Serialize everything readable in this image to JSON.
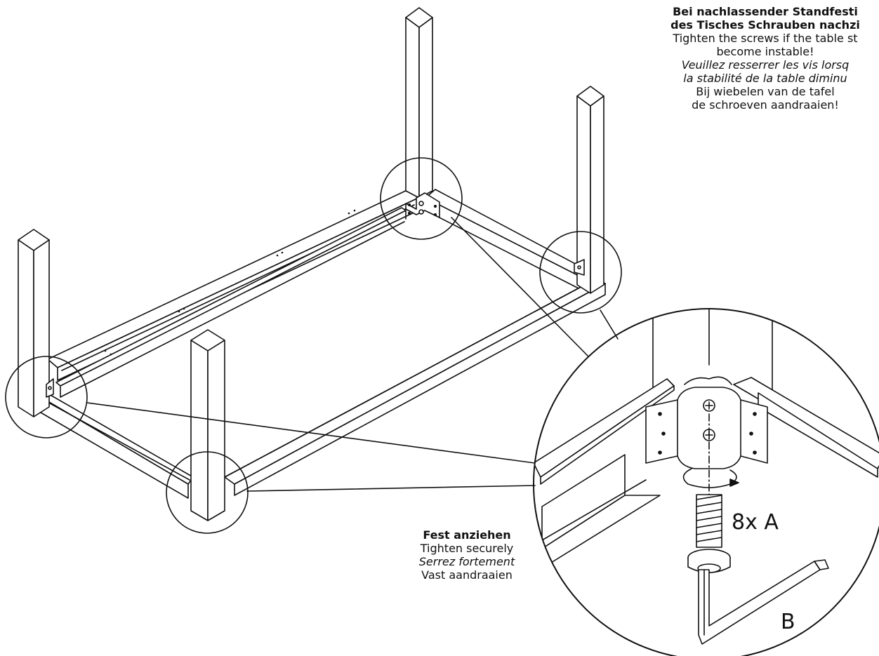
{
  "notes": {
    "stability": {
      "de": "Bei nachlassender Standfestigkeit des Tisches Schrauben nachziehen!",
      "de_line1": "Bei nachlassender Standfesti",
      "de_line2": "des Tisches Schrauben nachzi",
      "en_line1": "Tighten the screws if the table st",
      "en_line2": "become instable!",
      "fr_line1": "Veuillez resserrer les vis lorsq",
      "fr_line2": "la stabilité de la table diminu",
      "nl_line1": "Bij wiebelen van de tafel",
      "nl_line2": "de schroeven aandraaien!"
    },
    "tighten": {
      "de": "Fest anziehen",
      "en": "Tighten securely",
      "fr": "Serrez fortement",
      "nl": "Vast aandraaien"
    }
  },
  "parts": {
    "screw_quantity": "8x A",
    "tool_label": "B"
  },
  "colors": {
    "line": "#111111",
    "background": "#ffffff"
  }
}
